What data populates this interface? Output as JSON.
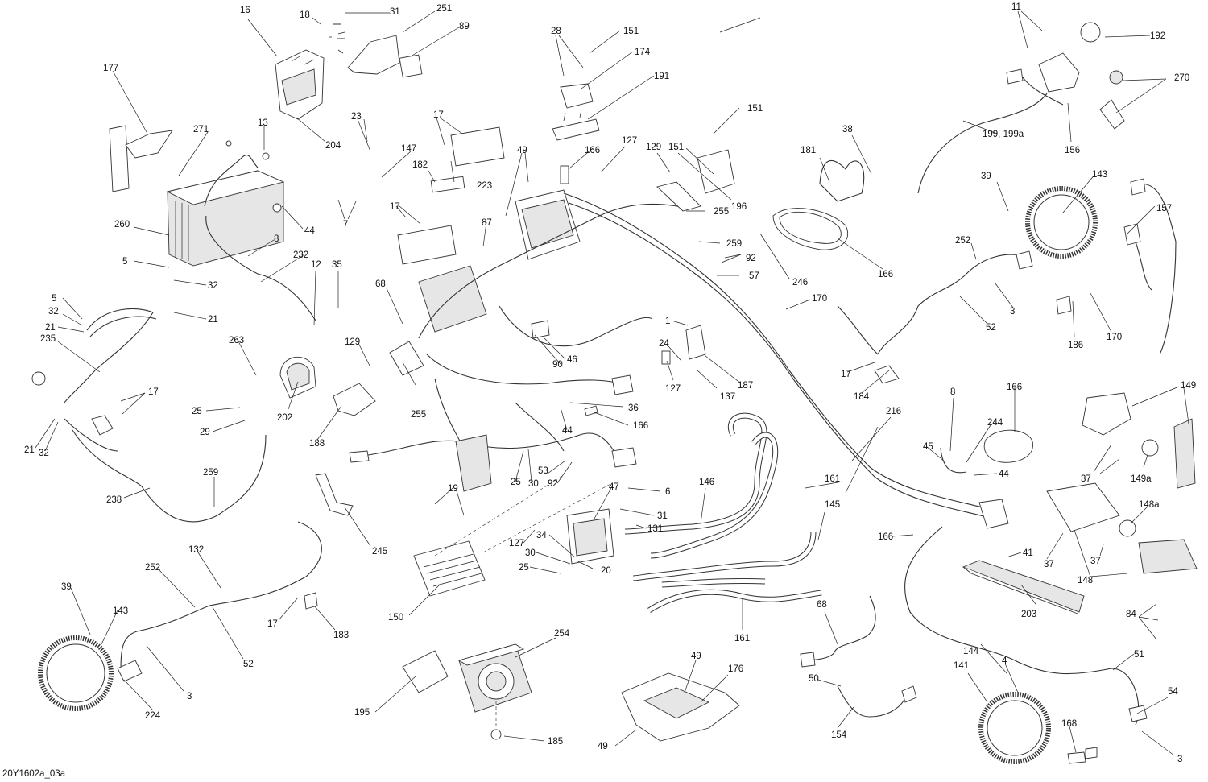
{
  "figure_code": "20Y1602a_03a",
  "callouts": [
    "1",
    "3",
    "4",
    "5",
    "6",
    "7",
    "8",
    "11",
    "12",
    "13",
    "16",
    "17",
    "18",
    "19",
    "20",
    "21",
    "23",
    "24",
    "25",
    "28",
    "29",
    "30",
    "31",
    "32",
    "34",
    "35",
    "36",
    "37",
    "38",
    "39",
    "41",
    "44",
    "45",
    "46",
    "47",
    "49",
    "50",
    "51",
    "52",
    "53",
    "54",
    "57",
    "68",
    "84",
    "87",
    "89",
    "90",
    "92",
    "127",
    "129",
    "131",
    "132",
    "137",
    "141",
    "143",
    "144",
    "145",
    "146",
    "147",
    "148",
    "148a",
    "149",
    "149a",
    "150",
    "151",
    "154",
    "156",
    "157",
    "161",
    "166",
    "168",
    "170",
    "174",
    "176",
    "177",
    "181",
    "182",
    "183",
    "184",
    "185",
    "186",
    "187",
    "188",
    "191",
    "192",
    "195",
    "196",
    "199, 199a",
    "202",
    "203",
    "204",
    "216",
    "223",
    "224",
    "232",
    "235",
    "238",
    "244",
    "245",
    "246",
    "251",
    "252",
    "254",
    "255",
    "259",
    "260",
    "263",
    "270",
    "271"
  ],
  "labels": [
    {
      "t": "16"
    },
    {
      "t": "18"
    },
    {
      "t": "31"
    },
    {
      "t": "251"
    },
    {
      "t": "89"
    },
    {
      "t": "177"
    },
    {
      "t": "13"
    },
    {
      "t": "271"
    },
    {
      "t": "204"
    },
    {
      "t": "23"
    },
    {
      "t": "147"
    },
    {
      "t": "7"
    },
    {
      "t": "260"
    },
    {
      "t": "44"
    },
    {
      "t": "8"
    },
    {
      "t": "5"
    },
    {
      "t": "32"
    },
    {
      "t": "232"
    },
    {
      "t": "12"
    },
    {
      "t": "35"
    },
    {
      "t": "5"
    },
    {
      "t": "32"
    },
    {
      "t": "21"
    },
    {
      "t": "235"
    },
    {
      "t": "21"
    },
    {
      "t": "263"
    },
    {
      "t": "17"
    },
    {
      "t": "202"
    },
    {
      "t": "188"
    },
    {
      "t": "25"
    },
    {
      "t": "29"
    },
    {
      "t": "21"
    },
    {
      "t": "32"
    },
    {
      "t": "259"
    },
    {
      "t": "238"
    },
    {
      "t": "245"
    },
    {
      "t": "39"
    },
    {
      "t": "143"
    },
    {
      "t": "252"
    },
    {
      "t": "132"
    },
    {
      "t": "17"
    },
    {
      "t": "183"
    },
    {
      "t": "52"
    },
    {
      "t": "3"
    },
    {
      "t": "224"
    },
    {
      "t": "28"
    },
    {
      "t": "151"
    },
    {
      "t": "174"
    },
    {
      "t": "191"
    },
    {
      "t": "17"
    },
    {
      "t": "182"
    },
    {
      "t": "223"
    },
    {
      "t": "49"
    },
    {
      "t": "166"
    },
    {
      "t": "127"
    },
    {
      "t": "129"
    },
    {
      "t": "151"
    },
    {
      "t": "17"
    },
    {
      "t": "87"
    },
    {
      "t": "68"
    },
    {
      "t": "129"
    },
    {
      "t": "255"
    },
    {
      "t": "90"
    },
    {
      "t": "46"
    },
    {
      "t": "36"
    },
    {
      "t": "166"
    },
    {
      "t": "44"
    },
    {
      "t": "25"
    },
    {
      "t": "30"
    },
    {
      "t": "53"
    },
    {
      "t": "92"
    },
    {
      "t": "19"
    },
    {
      "t": "47"
    },
    {
      "t": "6"
    },
    {
      "t": "31"
    },
    {
      "t": "131"
    },
    {
      "t": "127"
    },
    {
      "t": "34"
    },
    {
      "t": "30"
    },
    {
      "t": "25"
    },
    {
      "t": "20"
    },
    {
      "t": "150"
    },
    {
      "t": "146"
    },
    {
      "t": "161"
    },
    {
      "t": "145"
    },
    {
      "t": "161"
    },
    {
      "t": "254"
    },
    {
      "t": "195"
    },
    {
      "t": "185"
    },
    {
      "t": "49"
    },
    {
      "t": "176"
    },
    {
      "t": "49"
    },
    {
      "t": "68"
    },
    {
      "t": "50"
    },
    {
      "t": "154"
    },
    {
      "t": "151"
    },
    {
      "t": "196"
    },
    {
      "t": "255"
    },
    {
      "t": "259"
    },
    {
      "t": "92"
    },
    {
      "t": "57"
    },
    {
      "t": "246"
    },
    {
      "t": "1"
    },
    {
      "t": "24"
    },
    {
      "t": "127"
    },
    {
      "t": "137"
    },
    {
      "t": "187"
    },
    {
      "t": "170"
    },
    {
      "t": "181"
    },
    {
      "t": "38"
    },
    {
      "t": "166"
    },
    {
      "t": "216"
    },
    {
      "t": "11"
    },
    {
      "t": "192"
    },
    {
      "t": "270"
    },
    {
      "t": "199, 199a"
    },
    {
      "t": "156"
    },
    {
      "t": "143"
    },
    {
      "t": "39"
    },
    {
      "t": "157"
    },
    {
      "t": "252"
    },
    {
      "t": "3"
    },
    {
      "t": "52"
    },
    {
      "t": "17"
    },
    {
      "t": "184"
    },
    {
      "t": "186"
    },
    {
      "t": "170"
    },
    {
      "t": "8"
    },
    {
      "t": "166"
    },
    {
      "t": "244"
    },
    {
      "t": "45"
    },
    {
      "t": "44"
    },
    {
      "t": "149"
    },
    {
      "t": "37"
    },
    {
      "t": "149a"
    },
    {
      "t": "148a"
    },
    {
      "t": "37"
    },
    {
      "t": "37"
    },
    {
      "t": "148"
    },
    {
      "t": "166"
    },
    {
      "t": "41"
    },
    {
      "t": "203"
    },
    {
      "t": "84"
    },
    {
      "t": "144"
    },
    {
      "t": "51"
    },
    {
      "t": "141"
    },
    {
      "t": "4"
    },
    {
      "t": "54"
    },
    {
      "t": "168"
    },
    {
      "t": "3"
    }
  ]
}
